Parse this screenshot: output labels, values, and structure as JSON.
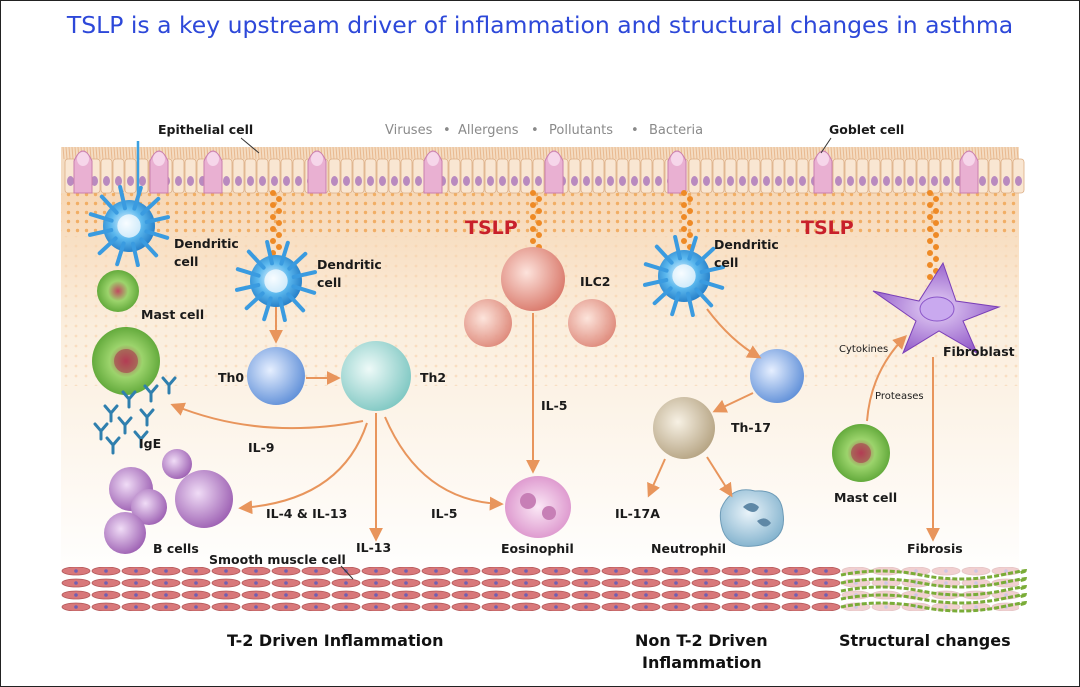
{
  "title": "TSLP is a key upstream driver of inflammation and structural changes in asthma",
  "triggers": [
    "Viruses",
    "Allergens",
    "Pollutants",
    "Bacteria"
  ],
  "trigger_separator": "•",
  "tslp_label": "TSLP",
  "labels": {
    "epithelial_cell": "Epithelial cell",
    "goblet_cell": "Goblet cell",
    "dendritic_cell": "Dendritic",
    "dendritic_cell_2": "cell",
    "mast_cell": "Mast cell",
    "th0": "Th0",
    "th2": "Th2",
    "ilc2": "ILC2",
    "il5": "IL-5",
    "il9": "IL-9",
    "ige": "IgE",
    "il4_il13": "IL-4 & IL-13",
    "il13": "IL-13",
    "b_cells": "B cells",
    "eosinophil": "Eosinophil",
    "smooth_muscle_cell": "Smooth muscle cell",
    "th17": "Th-17",
    "il17a": "IL-17A",
    "neutrophil": "Neutrophil",
    "fibroblast": "Fibroblast",
    "cytokines": "Cytokines",
    "proteases": "Proteases",
    "fibrosis": "Fibrosis"
  },
  "sections": {
    "t2": "T-2 Driven Inflammation",
    "nont2_line1": "Non T-2 Driven",
    "nont2_line2": "Inflammation",
    "structural": "Structural changes"
  },
  "colors": {
    "title": "#2d48d9",
    "tslp": "#c8202a",
    "arrow": "#e8955c",
    "epithelium": "#f3d6b8",
    "goblet": "#e7a6c9",
    "tslp_dots": "#f0902a",
    "dendritic": "#3aa0e0",
    "mast": "#7dc24a",
    "th": "#7ab0e8",
    "th2": "#a8dcd8",
    "ilc2": "#e89a8a",
    "bcell": "#b07ac0",
    "eosinophil": "#f0b8e0",
    "neutrophil": "#a8cce0",
    "th17": "#d8c8a8",
    "fibroblast": "#a070d0",
    "muscle": "#d07070",
    "fibrosis": "#78a838"
  }
}
